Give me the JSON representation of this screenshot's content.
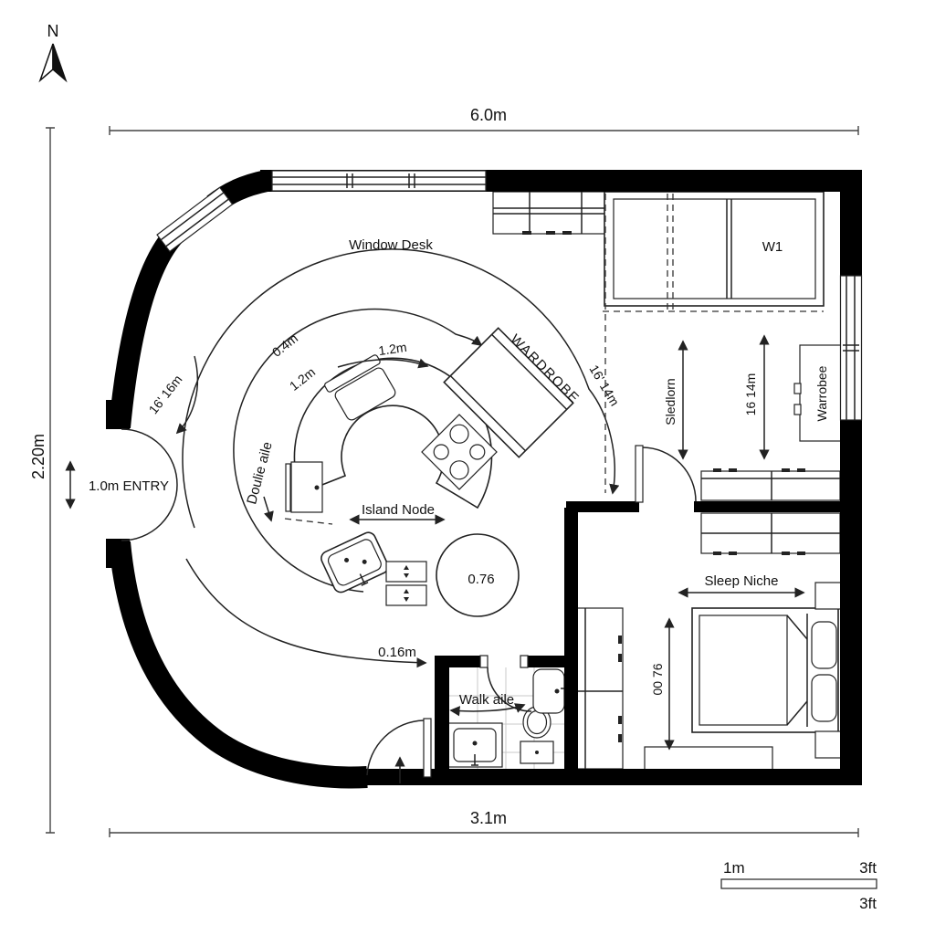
{
  "labels": {
    "north": "N",
    "dim_top": "6.0m",
    "dim_left": "2.20m",
    "dim_bottom": "3.1m",
    "entry": "1.0m ENTRY",
    "entry_arc": "16' 16m",
    "window_desk": "Window Desk",
    "aisle_04": "0.4m",
    "aisle_12a": "1.2m",
    "aisle_12b": "1.2m",
    "double_aisle": "Doulie aile",
    "island_node": "Island Node",
    "island_dim": "0.76",
    "wardrobe_spiral": "WARDROBE",
    "spiral_arc": "16' 14m",
    "gap_016": "0.16m",
    "w1": "W1",
    "bedroom_vert": "Sledlorn",
    "bedroom_vert2": "16 14m",
    "wardrobe_small": "Warrobee",
    "sleep_niche": "Sleep Niche",
    "bed_width": "00 76",
    "walk_aisle": "Walk aile",
    "scale_1m": "1m",
    "scale_3ft_top": "3ft",
    "scale_3ft_bottom": "3ft"
  },
  "colors": {
    "ink": "#111111",
    "wall": "#000000",
    "tile_line": "#c9c9c9",
    "background": "#ffffff"
  }
}
